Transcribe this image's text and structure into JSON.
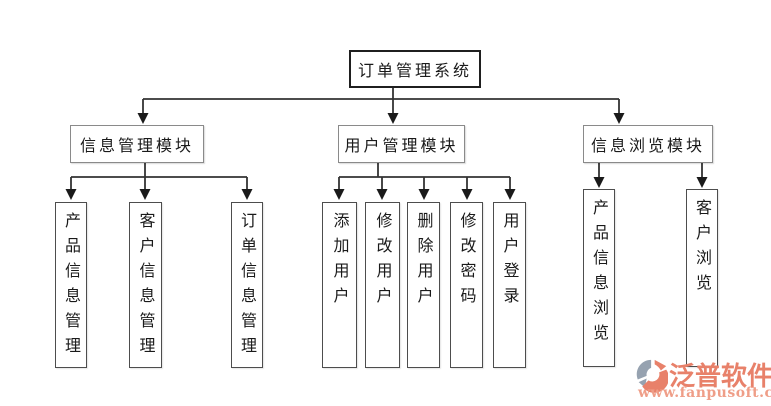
{
  "diagram": {
    "line_color": "#333333",
    "root_label": "订单管理系统",
    "modules": [
      {
        "label": "信息管理模块",
        "children": [
          "产品信息管理",
          "客户信息管理",
          "订单信息管理"
        ]
      },
      {
        "label": "用户管理模块",
        "children": [
          "添加用户",
          "修改用户",
          "删除用户",
          "修改密码",
          "用户登录"
        ]
      },
      {
        "label": "信息浏览模块",
        "children": [
          "产品信息浏览",
          "客户浏览"
        ]
      }
    ]
  },
  "watermark": {
    "brand": "泛普软件",
    "url": "www.fanpusoft.com",
    "brand_color": "#e8816a",
    "url_color": "#ef9e88",
    "logo_gray": "#96a2b0",
    "logo_orange": "#e8816a"
  }
}
